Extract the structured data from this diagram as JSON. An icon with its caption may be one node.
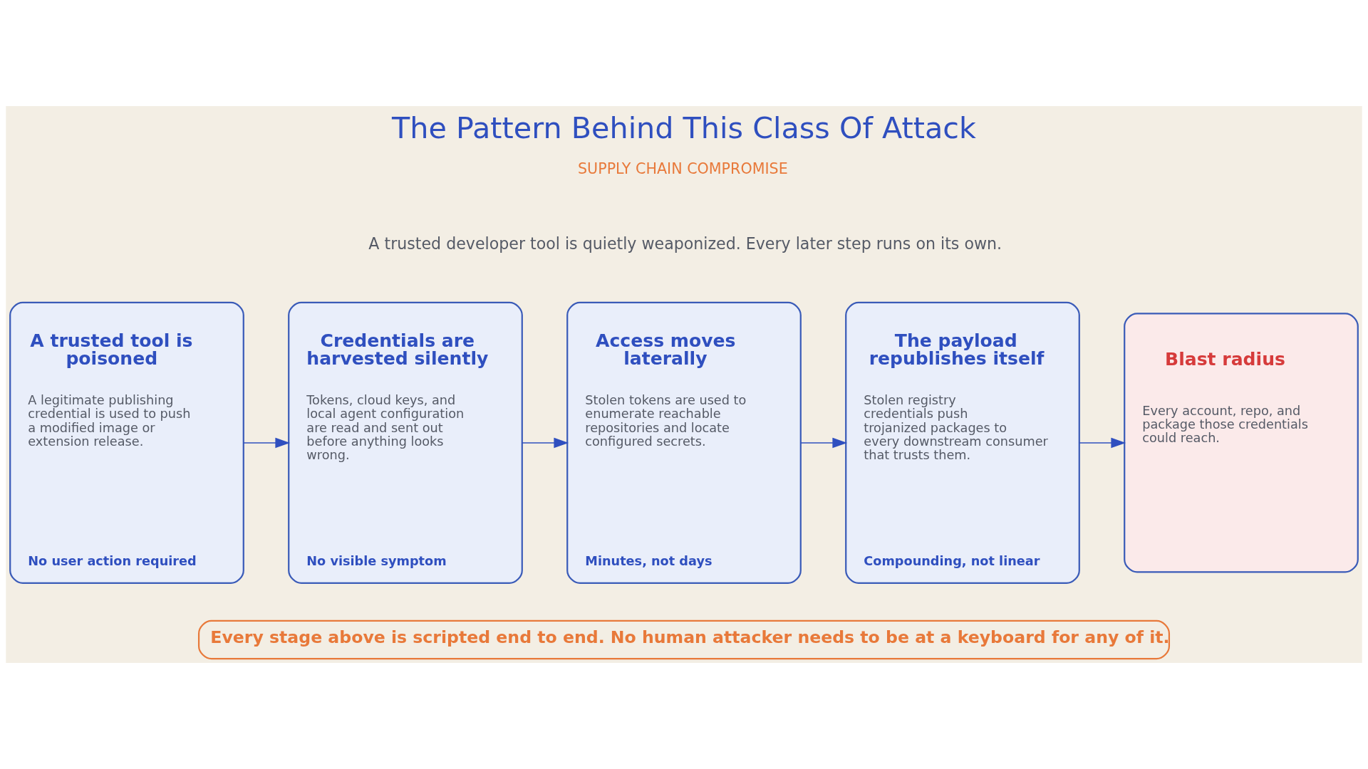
{
  "diagram": {
    "title": "The Pattern Behind This Class Of Attack",
    "nodes": [
      {
        "text": [
          "A trusted tool is poisoned",
          "A legitimate publishing credential is used to push a modified image or extension release.",
          "No user action required"
        ]
      },
      {
        "text": [
          "Credentials are harvested silently",
          "Tokens, cloud keys, and local agent configuration are read and sent out before anything looks wrong.",
          "No visible symptom"
        ]
      },
      {
        "text": [
          "Access moves laterally",
          "Stolen tokens are used to enumerate reachable repositories and locate configured secrets.",
          "Minutes, not days"
        ]
      },
      {
        "text": [
          "The payload republishes itself",
          "Stolen registry credentials push trojanized packages to every downstream consumer that trusts them.",
          "Compounding, not linear"
        ]
      },
      {
        "text": [
          "Blast radius",
          "Every account, repo, and package those credentials could reach."
        ]
      },
      {
        "text": [
          "Every stage above is scripted end to end. No human attacker needs to be at a keyboard for any of it."
        ]
      }
    ],
    "edges": [
      {
        "from": 0,
        "to": 1,
        "arrow": "to"
      },
      {
        "from": 1,
        "to": 2,
        "arrow": "to"
      },
      {
        "from": 2,
        "to": 3,
        "arrow": "to"
      },
      {
        "from": 3,
        "to": 4,
        "arrow": "to"
      }
    ],
    "labels": [
      "SUPPLY CHAIN COMPROMISE",
      "A trusted developer tool is quietly weaponized. Every later step runs on its own."
    ]
  }
}
